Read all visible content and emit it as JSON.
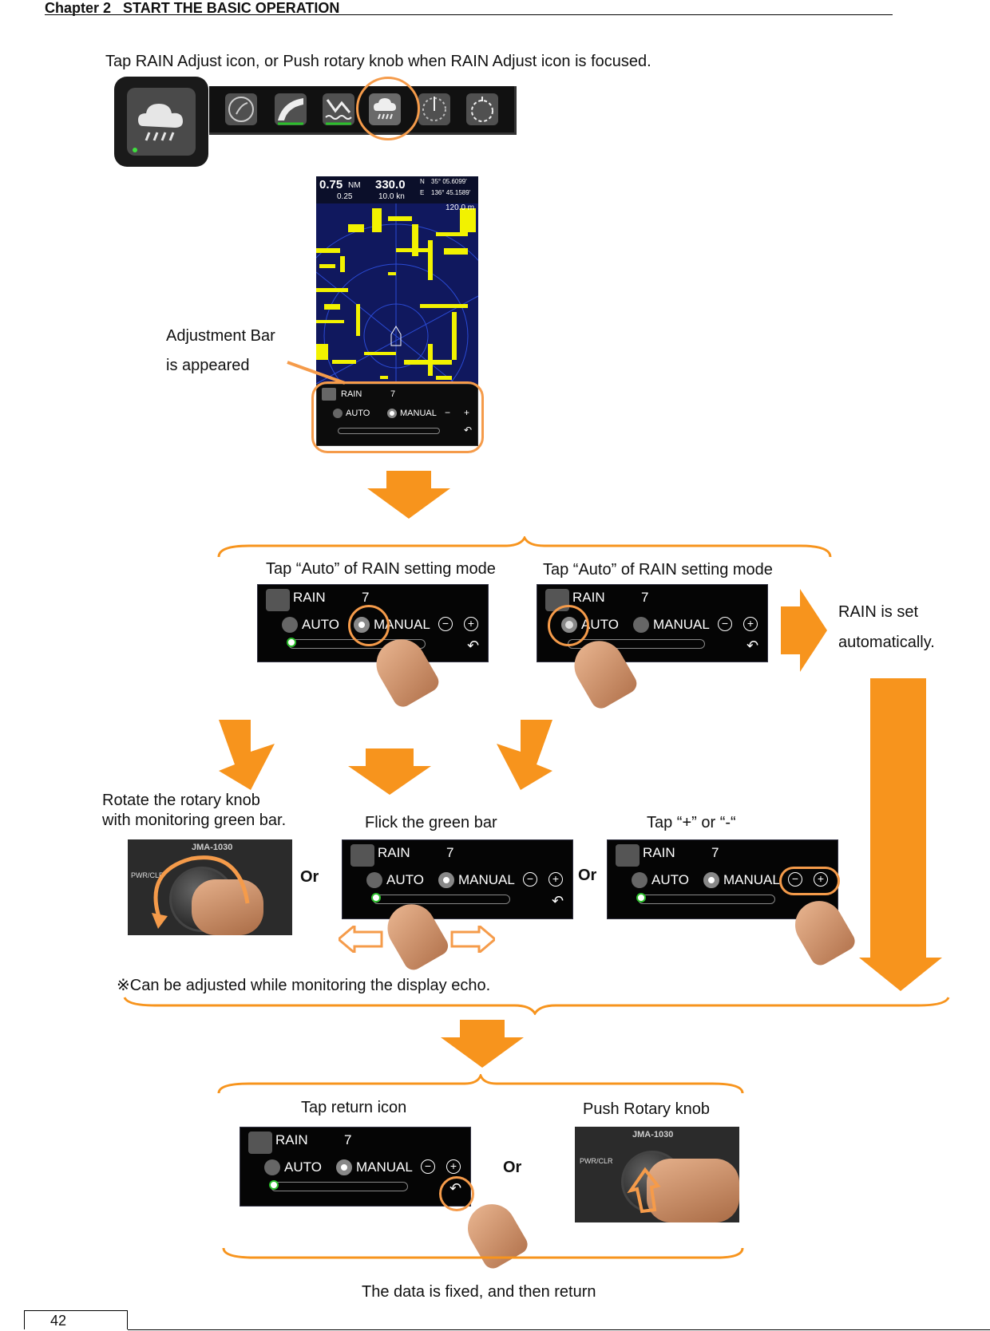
{
  "header": {
    "chapter": "Chapter 2",
    "title": "START THE BASIC OPERATION"
  },
  "instruction_top": "Tap RAIN Adjust icon, or Push rotary knob when RAIN Adjust icon is focused.",
  "radar": {
    "range": "0.75",
    "range_unit": "NM",
    "ring": "0.25",
    "heading": "330.0",
    "heading_unit": "°",
    "speed": "10.0 kn",
    "lat_label": "N",
    "lat": "35° 05.6099'",
    "lon_label": "E",
    "lon": "136° 45.1589'",
    "distance": "120.0 m"
  },
  "callouts": {
    "adjustment_bar_1": "Adjustment Bar",
    "adjustment_bar_2": "is appeared",
    "tap_auto_left": "Tap “Auto” of RAIN setting mode",
    "tap_auto_right": "Tap “Auto” of RAIN setting mode",
    "rain_set_1": "RAIN is set",
    "rain_set_2": "automatically.",
    "rotate_1": "Rotate the rotary knob",
    "rotate_2": "with monitoring green bar.",
    "flick": "Flick the green bar",
    "tap_plus_minus": "Tap “+” or “-“",
    "or": "Or",
    "note": "※Can be adjusted while monitoring the display echo.",
    "tap_return": "Tap return icon",
    "push_knob": "Push Rotary knob",
    "fixed": "The data is fixed, and then return"
  },
  "rain_panel": {
    "title": "RAIN",
    "value": "7",
    "auto_label": "AUTO",
    "manual_label": "MANUAL",
    "minus": "−",
    "plus": "+",
    "return_glyph": "↶"
  },
  "knob_photo": {
    "model": "JMA-1030",
    "pwr_label": "PWR/CLR"
  },
  "page_number": "42",
  "colors": {
    "accent_orange": "#f7941d",
    "ring_orange": "#f59b4a",
    "radar_bg": "#10185e",
    "echo_yellow": "#f2f200"
  }
}
